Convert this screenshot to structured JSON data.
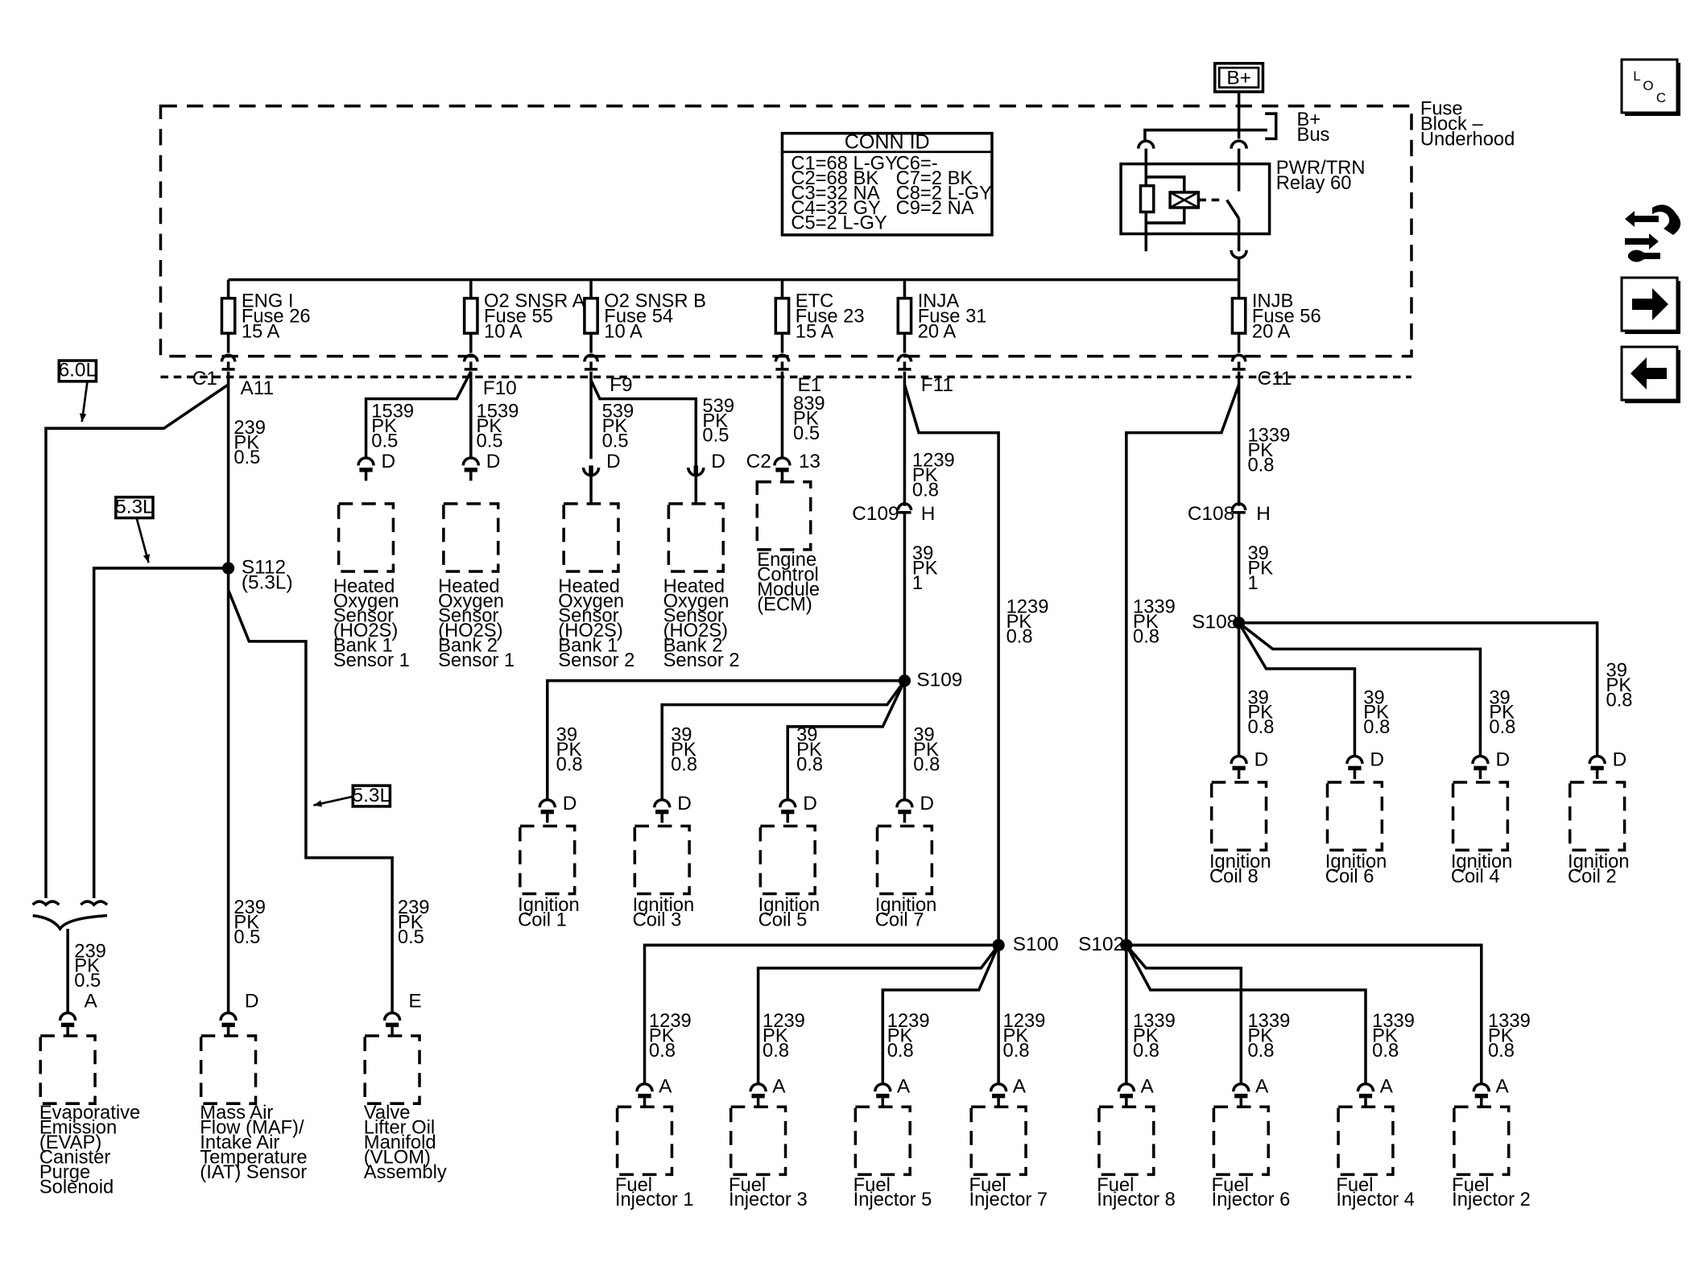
{
  "diagram": {
    "battery": "B+",
    "bus": [
      "B+",
      "Bus"
    ],
    "fuse_block": [
      "Fuse",
      "Block –",
      "Underhood"
    ],
    "relay": [
      "PWR/TRN",
      "Relay 60"
    ],
    "conn_id": {
      "title": "CONN ID",
      "left": [
        "C1=68 L-GY",
        "C2=68 BK",
        "C3=32 NA",
        "C4=32 GY",
        "C5=2 L-GY"
      ],
      "right": [
        "C6=-",
        "C7=2 BK",
        "C8=2 L-GY",
        "C9=2 NA"
      ]
    },
    "fuses": [
      [
        "ENG I",
        "Fuse 26",
        "15 A"
      ],
      [
        "O2 SNSR A",
        "Fuse 55",
        "10 A"
      ],
      [
        "O2 SNSR B",
        "Fuse 54",
        "10 A"
      ],
      [
        "ETC",
        "Fuse 23",
        "15 A"
      ],
      [
        "INJA",
        "Fuse 31",
        "20 A"
      ],
      [
        "INJB",
        "Fuse 56",
        "20 A"
      ]
    ],
    "pins": {
      "c1": "C1",
      "a11": "A11",
      "f10": "F10",
      "f9": "F9",
      "e1": "E1",
      "f11": "F11",
      "c11": "C11",
      "c2": "C2",
      "p13": "13",
      "c109": "C109",
      "c108": "C108",
      "h": "H",
      "d": "D",
      "a": "A",
      "e": "E"
    },
    "engine_tags": [
      "6.0L",
      "5.3L",
      "5.3L"
    ],
    "splices": {
      "s112": [
        "S112",
        "(5.3L)"
      ],
      "s109": "S109",
      "s108": "S108",
      "s100": "S100",
      "s102": "S102"
    },
    "wires": {
      "w239": [
        "239",
        "PK",
        "0.5"
      ],
      "w1539": [
        "1539",
        "PK",
        "0.5"
      ],
      "w539": [
        "539",
        "PK",
        "0.5"
      ],
      "w839": [
        "839",
        "PK",
        "0.5"
      ],
      "w1239": [
        "1239",
        "PK",
        "0.8"
      ],
      "w1339": [
        "1339",
        "PK",
        "0.8"
      ],
      "w39a": [
        "39",
        "PK",
        "1"
      ],
      "w39b": [
        "39",
        "PK",
        "0.8"
      ]
    },
    "components": {
      "ho2s_b1s1": [
        "Heated",
        "Oxygen",
        "Sensor",
        "(HO2S)",
        "Bank 1",
        "Sensor 1"
      ],
      "ho2s_b2s1": [
        "Heated",
        "Oxygen",
        "Sensor",
        "(HO2S)",
        "Bank 2",
        "Sensor 1"
      ],
      "ho2s_b1s2": [
        "Heated",
        "Oxygen",
        "Sensor",
        "(HO2S)",
        "Bank 1",
        "Sensor 2"
      ],
      "ho2s_b2s2": [
        "Heated",
        "Oxygen",
        "Sensor",
        "(HO2S)",
        "Bank 2",
        "Sensor 2"
      ],
      "ecm": [
        "Engine",
        "Control",
        "Module",
        "(ECM)"
      ],
      "evap": [
        "Evaporative",
        "Emission",
        "(EVAP)",
        "Canister",
        "Purge",
        "Solenoid"
      ],
      "maf": [
        "Mass Air",
        "Flow (MAF)/",
        "Intake Air",
        "Temperature",
        "(IAT) Sensor"
      ],
      "vlom": [
        "Valve",
        "Lifter Oil",
        "Manifold",
        "(VLOM)",
        "Assembly"
      ],
      "coils_left": [
        [
          "Ignition",
          "Coil 1"
        ],
        [
          "Ignition",
          "Coil 3"
        ],
        [
          "Ignition",
          "Coil 5"
        ],
        [
          "Ignition",
          "Coil 7"
        ]
      ],
      "coils_right": [
        [
          "Ignition",
          "Coil 8"
        ],
        [
          "Ignition",
          "Coil 6"
        ],
        [
          "Ignition",
          "Coil 4"
        ],
        [
          "Ignition",
          "Coil 2"
        ]
      ],
      "inj_left": [
        [
          "Fuel",
          "Injector 1"
        ],
        [
          "Fuel",
          "Injector 3"
        ],
        [
          "Fuel",
          "Injector 5"
        ],
        [
          "Fuel",
          "Injector 7"
        ]
      ],
      "inj_right": [
        [
          "Fuel",
          "Injector 8"
        ],
        [
          "Fuel",
          "Injector 6"
        ],
        [
          "Fuel",
          "Injector 4"
        ],
        [
          "Fuel",
          "Injector 2"
        ]
      ]
    }
  },
  "nav": {
    "loc": [
      "L",
      "O",
      "C"
    ],
    "icons": [
      "harness-tools-icon",
      "arrow-right-icon",
      "arrow-left-icon"
    ]
  }
}
